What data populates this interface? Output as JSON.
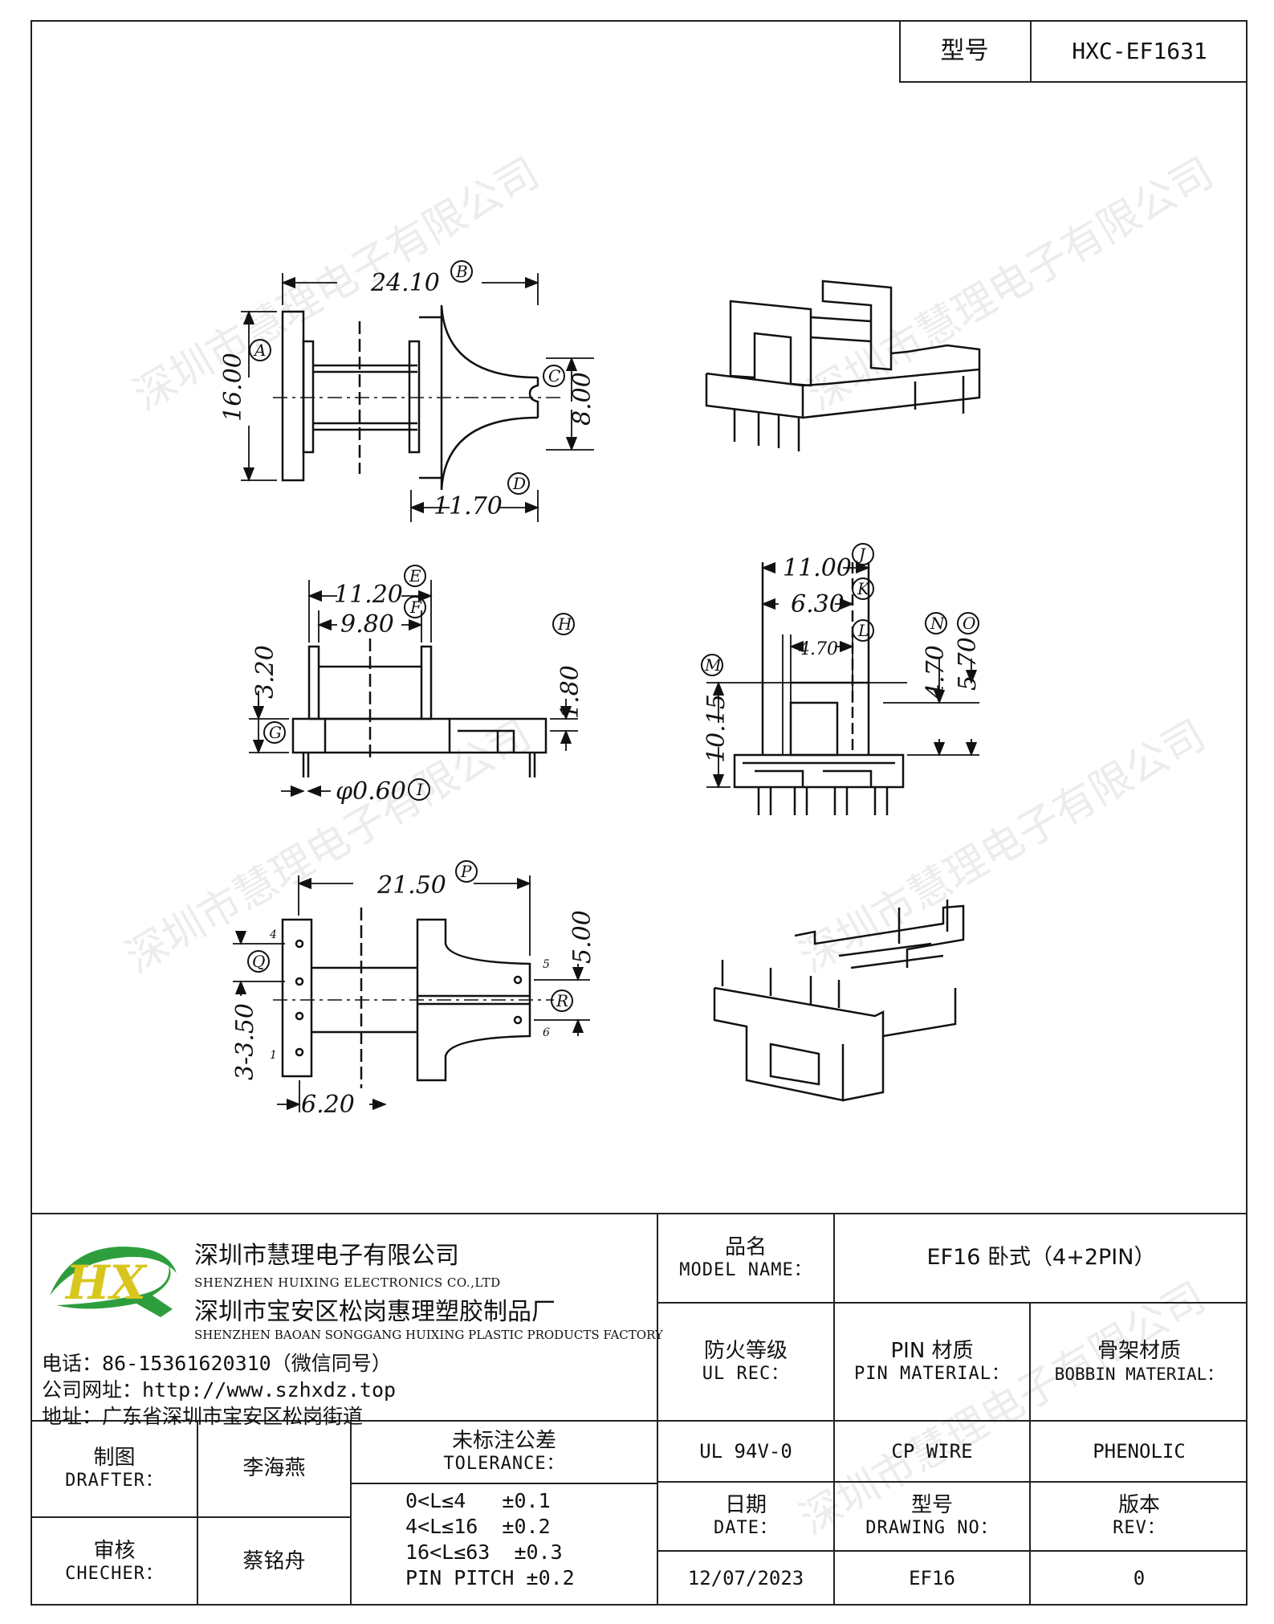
{
  "header": {
    "model_label": "型号",
    "model_value": "HXC-EF1631"
  },
  "watermark": "深圳市慧理电子有限公司",
  "drawing": {
    "top_left": {
      "dim_b": "24.10",
      "dim_a": "16.00",
      "dim_c": "8.00",
      "dim_d": "11.70",
      "tag_a": "A",
      "tag_b": "B",
      "tag_c": "C",
      "tag_d": "D"
    },
    "mid_left": {
      "dim_e": "11.20",
      "dim_f": "9.80",
      "dim_h": "1.80",
      "dim_g": "3.20",
      "dim_i": "φ0.60",
      "tag_e": "E",
      "tag_f": "F",
      "tag_g": "G",
      "tag_h": "H",
      "tag_i": "I"
    },
    "mid_right": {
      "dim_j": "11.00",
      "dim_k": "6.30",
      "dim_l": "4.70",
      "dim_m": "10.15",
      "dim_n": "4.70",
      "dim_o": "5.70",
      "tag_j": "J",
      "tag_k": "K",
      "tag_l": "L",
      "tag_m": "M",
      "tag_n": "N",
      "tag_o": "O"
    },
    "bottom_left": {
      "dim_p": "21.50",
      "dim_r": "5.00",
      "dim_q": "3-3.50",
      "dim_w": "6.20",
      "tag_p": "P",
      "tag_q": "Q",
      "tag_r": "R",
      "pin_4": "4",
      "pin_1": "1",
      "pin_5": "5",
      "pin_6": "6"
    }
  },
  "company": {
    "name_cn": "深圳市慧理电子有限公司",
    "name_en": "SHENZHEN HUIXING ELECTRONICS CO.,LTD",
    "factory_cn": "深圳市宝安区松岗惠理塑胶制品厂",
    "factory_en": "SHENZHEN BAOAN SONGGANG HUIXING PLASTIC PRODUCTS FACTORY",
    "phone": "电话：86-15361620310（微信同号）",
    "website": "公司网址：http://www.szhxdz.top",
    "address": "地址：广东省深圳市宝安区松岗街道",
    "logo_text": "HX",
    "colors": {
      "logo_green": "#2e9e3c",
      "logo_yellow": "#d8c61c"
    }
  },
  "title_block": {
    "model_name_cn": "品名",
    "model_name_en": "MODEL NAME：",
    "model_name_value": "EF16 卧式（4+2PIN）",
    "ul_cn": "防火等级",
    "ul_en": "UL REC：",
    "pin_cn": "PIN 材质",
    "pin_en": "PIN MATERIAL：",
    "bobbin_cn": "骨架材质",
    "bobbin_en": "BOBBIN MATERIAL：",
    "ul_value": "UL 94V-0",
    "pin_value": "CP WIRE",
    "bobbin_value": "PHENOLIC",
    "drafter_cn": "制图",
    "drafter_en": "DRAFTER：",
    "drafter_value": "李海燕",
    "checker_cn": "审核",
    "checker_en": "CHECHER：",
    "checker_value": "蔡铭舟",
    "tolerance_cn": "未标注公差",
    "tolerance_en": "TOLERANCE：",
    "tolerance_lines": [
      "0<L≤4   ±0.1",
      "4<L≤16  ±0.2",
      "16<L≤63  ±0.3",
      "PIN PITCH ±0.2"
    ],
    "date_cn": "日期",
    "date_en": "DATE：",
    "date_value": "12/07/2023",
    "drawing_cn": "型号",
    "drawing_en": "DRAWING NO：",
    "drawing_value": "EF16",
    "rev_cn": "版本",
    "rev_en": "REV：",
    "rev_value": "0"
  }
}
